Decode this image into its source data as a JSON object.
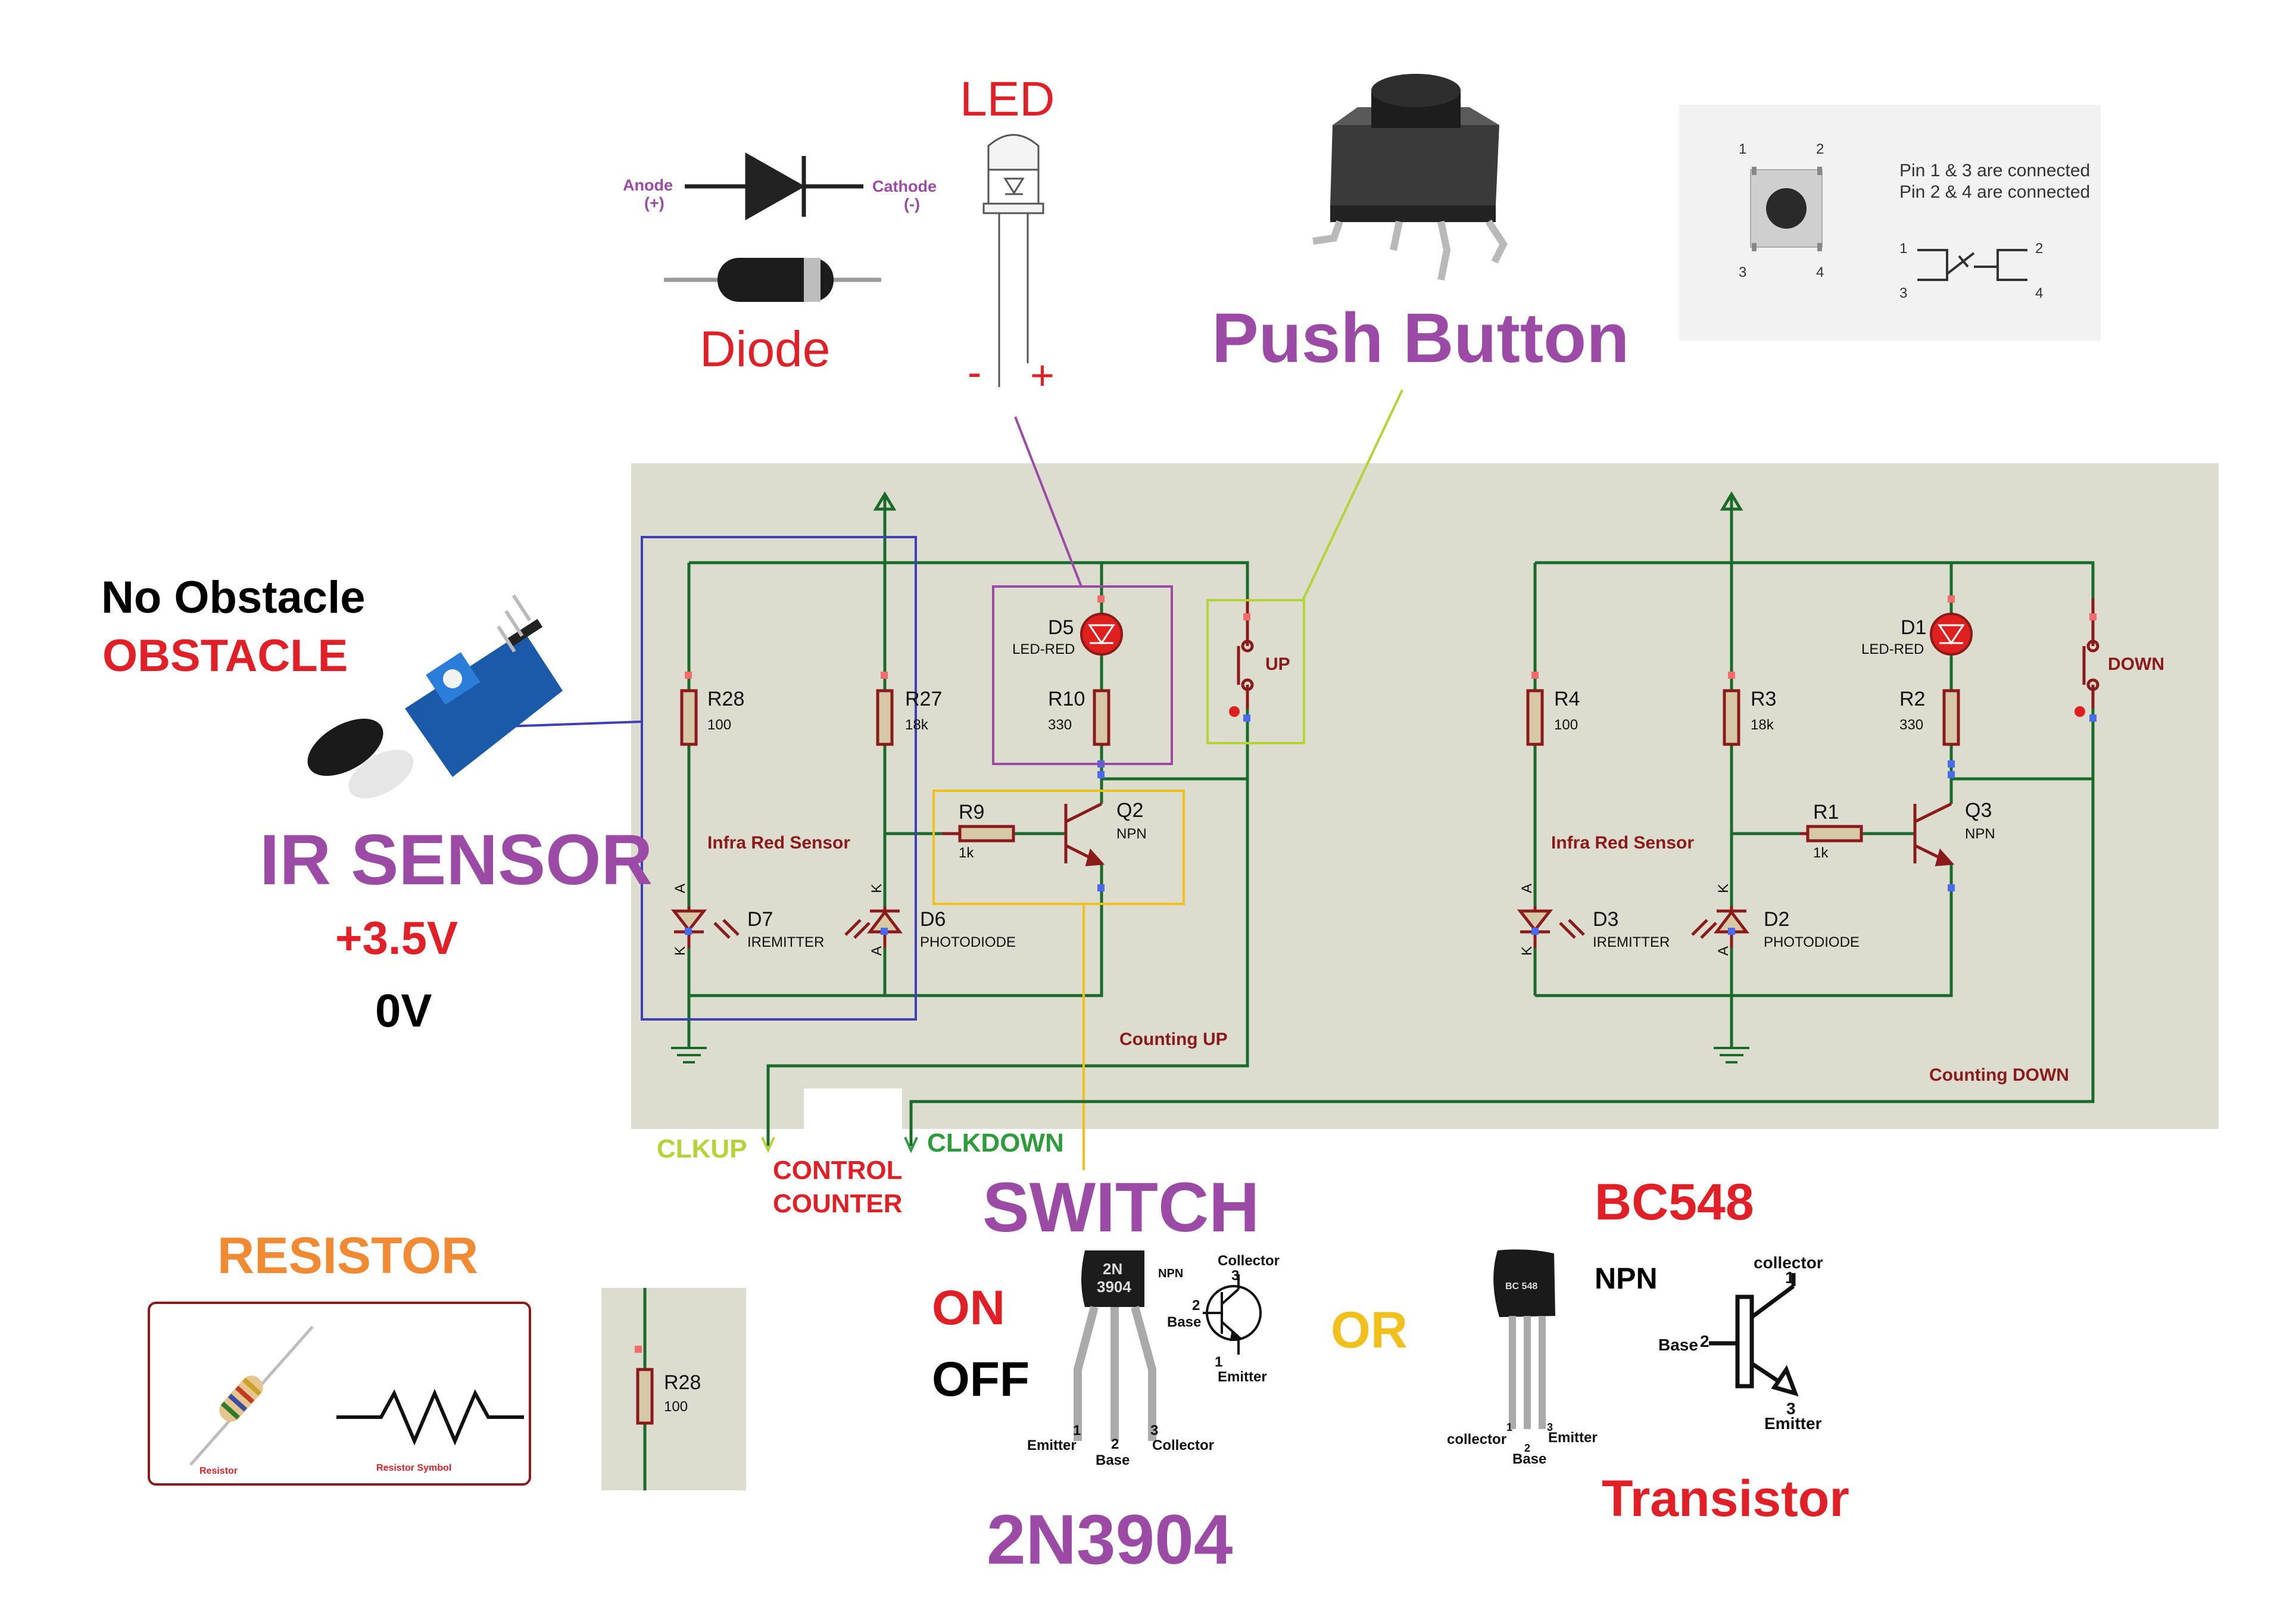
{
  "labels": {
    "no_obstacle": "No Obstacle",
    "obstacle": "OBSTACLE",
    "ir_sensor": "IR SENSOR",
    "v_high": "+3.5V",
    "v_low": "0V",
    "diode": "Diode",
    "anode": "Anode",
    "anode_sign": "(+)",
    "cathode": "Cathode",
    "cathode_sign": "(-)",
    "led": "LED",
    "led_minus": "-",
    "led_plus": "+",
    "push_button": "Push Button",
    "pin_note_1": "Pin 1 & 3 are connected",
    "pin_note_2": "Pin 2 & 4 are connected",
    "clkup": "CLKUP",
    "clkdown": "CLKDOWN",
    "control": "CONTROL",
    "counter": "COUNTER",
    "switch": "SWITCH",
    "on": "ON",
    "off": "OFF",
    "part_2n3904": "2N3904",
    "or": "OR",
    "bc548": "BC548",
    "npn": "NPN",
    "transistor": "Transistor",
    "resistor": "RESISTOR",
    "resistor_caption": "Resistor",
    "resistor_symbol_caption": "Resistor Symbol"
  },
  "button_pins": [
    "1",
    "2",
    "3",
    "4"
  ],
  "chip_2n3904": {
    "line1": "2N",
    "line2": "3904",
    "npn": "NPN",
    "collector": "Collector",
    "base": "Base",
    "emitter": "Emitter",
    "pin1": "1",
    "pin2": "2",
    "pin3": "3"
  },
  "chip_bc548": {
    "marking": "BC 548",
    "collector": "collector",
    "base": "Base",
    "emitter": "Emitter",
    "pin1": "1",
    "pin2": "2",
    "pin3": "3"
  },
  "transistor_symbol": {
    "collector": "collector",
    "base": "Base",
    "emitter": "Emitter",
    "pin1": "1",
    "pin2": "2",
    "pin3": "3"
  },
  "schematic": {
    "up": {
      "r28": {
        "ref": "R28",
        "value": "100"
      },
      "r27": {
        "ref": "R27",
        "value": "18k"
      },
      "r10": {
        "ref": "R10",
        "value": "330"
      },
      "r9": {
        "ref": "R9",
        "value": "1k"
      },
      "d5": {
        "ref": "D5",
        "value": "LED-RED"
      },
      "d7": {
        "ref": "D7",
        "value": "IREMITTER"
      },
      "d6": {
        "ref": "D6",
        "value": "PHOTODIODE"
      },
      "q2": {
        "ref": "Q2",
        "value": "NPN"
      },
      "switch": "UP",
      "sensor_label": "Infra Red Sensor",
      "section_label": "Counting UP"
    },
    "down": {
      "r4": {
        "ref": "R4",
        "value": "100"
      },
      "r3": {
        "ref": "R3",
        "value": "18k"
      },
      "r2": {
        "ref": "R2",
        "value": "330"
      },
      "r1": {
        "ref": "R1",
        "value": "1k"
      },
      "d1": {
        "ref": "D1",
        "value": "LED-RED"
      },
      "d3": {
        "ref": "D3",
        "value": "IREMITTER"
      },
      "d2": {
        "ref": "D2",
        "value": "PHOTODIODE"
      },
      "q3": {
        "ref": "Q3",
        "value": "NPN"
      },
      "switch": "DOWN",
      "sensor_label": "Infra Red Sensor",
      "section_label": "Counting DOWN"
    },
    "pin_labels": {
      "a": "A",
      "k": "K"
    }
  },
  "resistor_inset": {
    "ref": "R28",
    "value": "100"
  }
}
